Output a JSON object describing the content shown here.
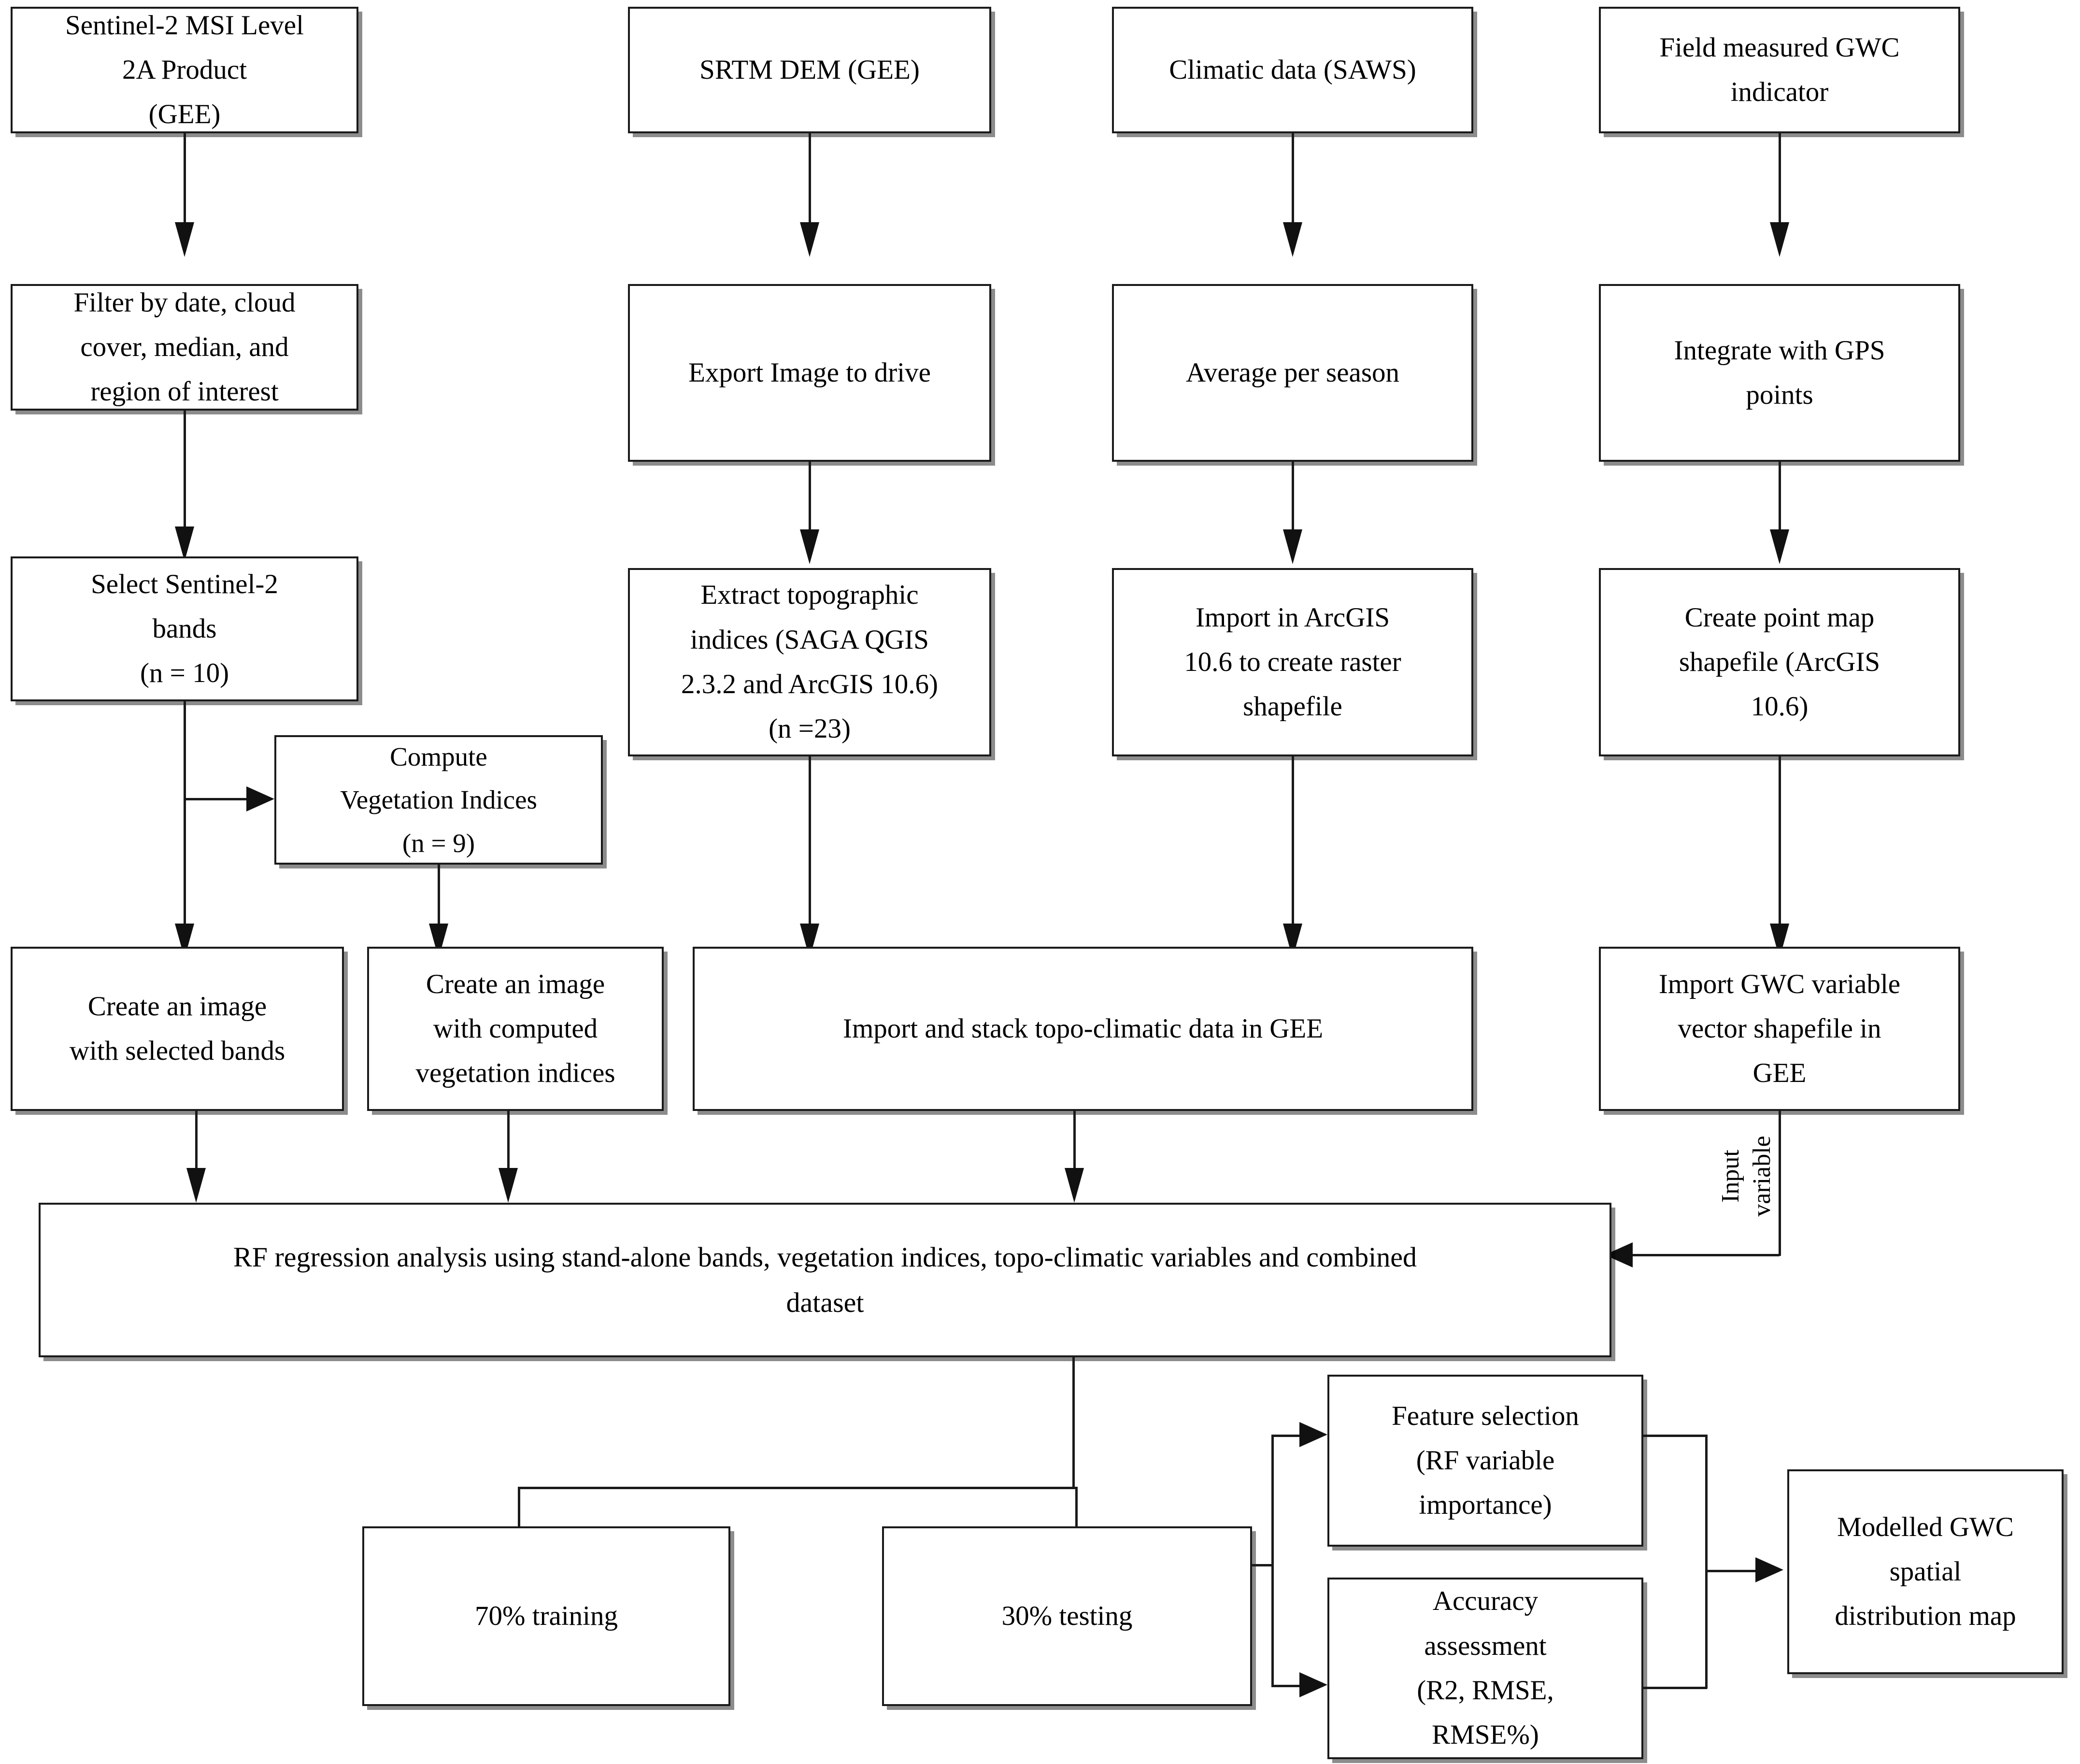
{
  "diagram": {
    "title": "GWC modelling workflow flowchart",
    "accent_color": "#1a1a1a",
    "background_color": "#ffffff"
  },
  "nodes": {
    "sentinel_source": "Sentinel-2 MSI Level\n2A Product\n(GEE)",
    "srtm_source": "SRTM DEM (GEE)",
    "climatic_source": "Climatic data (SAWS)",
    "field_source": "Field measured GWC\nindicator",
    "filter": "Filter by date, cloud\ncover, median, and\nregion of interest",
    "export_image": "Export Image to drive",
    "average_season": "Average per season",
    "integrate_gps": "Integrate with GPS\npoints",
    "select_bands": "Select Sentinel-2\nbands\n(n = 10)",
    "extract_topo": "Extract topographic\nindices (SAGA QGIS\n2.3.2 and ArcGIS 10.6)\n(n =23)",
    "import_arcgis": "Import in ArcGIS\n10.6 to create raster\nshapefile",
    "create_point_map": "Create point map\nshapefile (ArcGIS\n10.6)",
    "compute_vi": "Compute\nVegetation Indices\n(n = 9)",
    "image_bands": "Create an image\nwith selected bands",
    "image_vi": "Create an image\nwith computed\nvegetation indices",
    "stack_topoclim": "Import and stack topo-climatic data in GEE",
    "import_gwc": "Import GWC variable\nvector shapefile in\nGEE",
    "rf_regression": "RF regression analysis using stand-alone bands, vegetation indices, topo-climatic variables and combined\ndataset",
    "training": "70% training",
    "testing": "30% testing",
    "feature_selection": "Feature selection\n(RF variable\nimportance)",
    "accuracy_assessment": "Accuracy\nassessment\n(R2, RMSE,\nRMSE%)",
    "modelled_map": "Modelled GWC\nspatial\ndistribution map"
  },
  "edge_labels": {
    "input_variable": "Input\nvariable"
  }
}
